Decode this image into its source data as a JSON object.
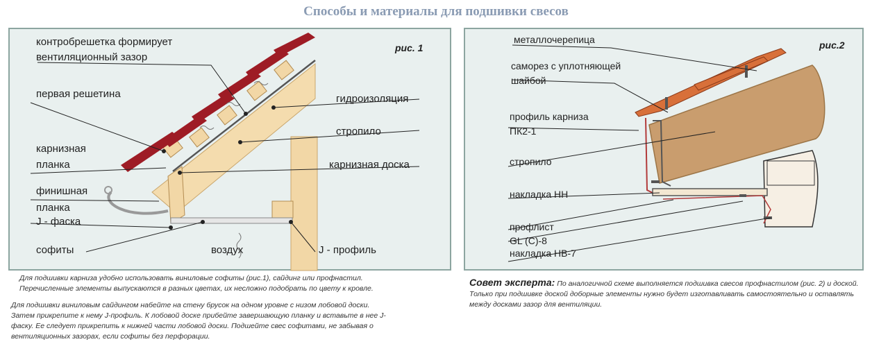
{
  "title": "Способы и материалы для подшивки свесов",
  "fig1": {
    "number": "рис. 1",
    "labels": {
      "kontr1": "контробрешетка формирует",
      "kontr2": "вентиляционный зазор",
      "pervaya": "первая решетина",
      "gidro": "гидроизоляция",
      "stropilo": "стропило",
      "karn_pl1": "карнизная",
      "karn_pl2": "планка",
      "karn_doska": "карнизная доска",
      "fin1": "финишная",
      "fin2": "планка",
      "jfaska": "J - фаска",
      "sofity": "софиты",
      "vozduh": "воздух",
      "jprofil": "J - профиль"
    }
  },
  "fig2": {
    "number": "рис.2",
    "labels": {
      "metall": "металлочерепица",
      "samorez1": "саморез с уплотняющей",
      "samorez2": "шайбой",
      "profil1": "профиль карниза",
      "profil2": "ПК2-1",
      "stropilo": "стропило",
      "nakladka_nn": "накладка НН",
      "proflist": "профлист",
      "gl": "GL (С)-8",
      "nakladka_nv": "накладка НВ-7"
    }
  },
  "notes": {
    "n1_l1": "Для подшивки карниза удобно использовать виниловые софиты (рис.1), сайдинг или профнастил.",
    "n1_l2": "Перечисленные элементы выпускаются в разных цветах, их несложно подобрать по цвету к кровле.",
    "n2_l1": "Для подшивки виниловым сайдингом набейте на стену брусок на одном уровне с низом лобовой доски.",
    "n2_l2": "Затем прикрепите к нему J-профиль. К лобовой доске прибейте завершающую планку и вставьте в нее  J-",
    "n2_l3": "фаску. Ее следует прикрепить к нижней части лобовой доски. Подшейте свес софитами, не забывая о",
    "n2_l4": "вентиляционных зазорах, если софиты без перфорации."
  },
  "tip": {
    "heading": "Совет эксперта:",
    "text": "По аналогичной схеме выполняется подшивка свесов профнастилом (рис. 2) и доской. Только при подшивке доской доборные элементы нужно будет изготавливать самостоятельно и оставлять между досками зазор для вентиляции."
  },
  "colors": {
    "panel_bg": "#e9f0ef",
    "panel_border": "#8ca5a0",
    "wood": "#f2d7a6",
    "wood_dark": "#c9a66c",
    "tile_red": "#9e1c25",
    "tile_orange": "#d8703a",
    "title": "#8a9bb3"
  }
}
